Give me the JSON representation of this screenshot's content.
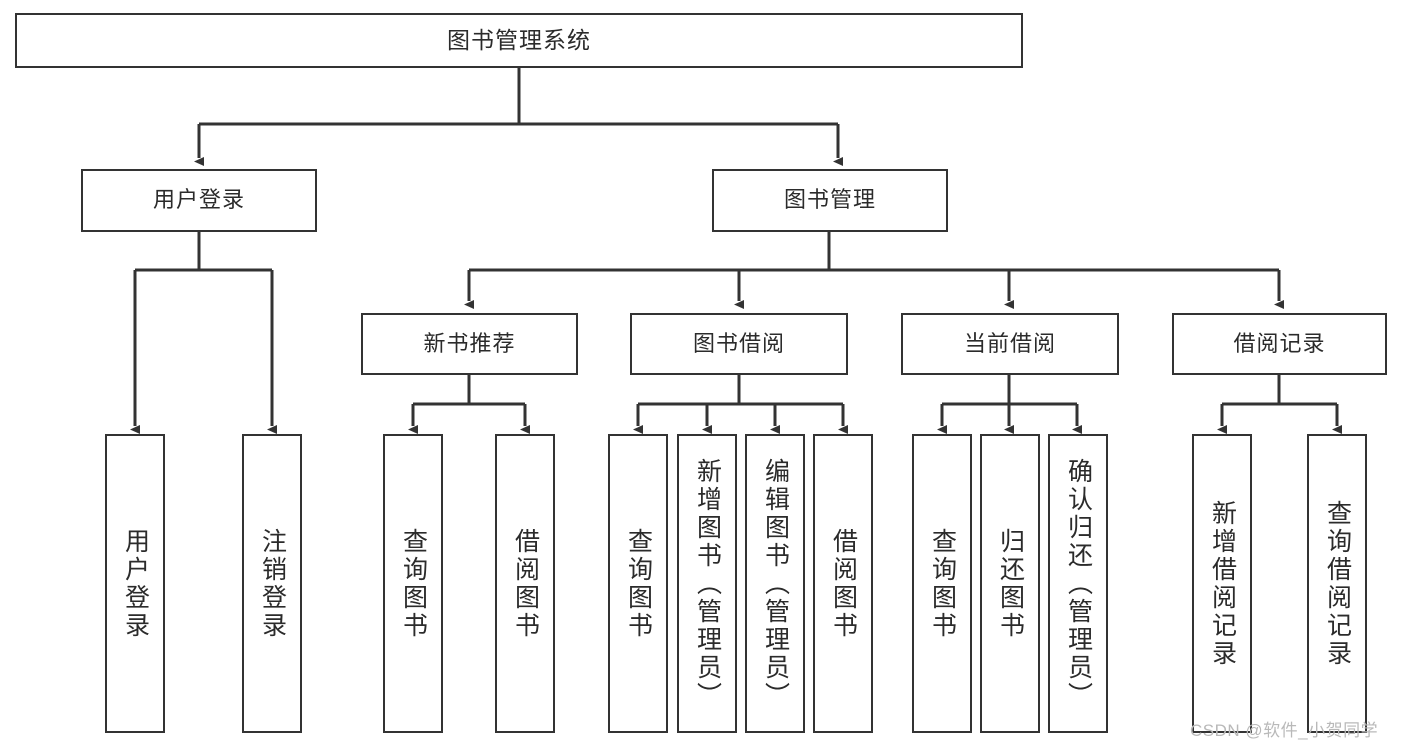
{
  "diagram": {
    "title_box": {
      "label": "图书管理系统"
    },
    "level2": [
      {
        "id": "user-login",
        "label": "用户登录"
      },
      {
        "id": "book-management",
        "label": "图书管理"
      }
    ],
    "level3": [
      {
        "id": "new-book-recommend",
        "label": "新书推荐"
      },
      {
        "id": "book-borrow",
        "label": "图书借阅"
      },
      {
        "id": "current-borrow",
        "label": "当前借阅"
      },
      {
        "id": "borrow-record",
        "label": "借阅记录"
      }
    ],
    "leaves": {
      "user_login": [
        {
          "id": "leaf-user-login",
          "label": "用户登录"
        },
        {
          "id": "leaf-logout-login",
          "label": "注销登录"
        }
      ],
      "new_book_recommend": [
        {
          "id": "leaf-query-book-1",
          "label": "查询图书"
        },
        {
          "id": "leaf-borrow-book-1",
          "label": "借阅图书"
        }
      ],
      "book_borrow": [
        {
          "id": "leaf-query-book-2",
          "label": "查询图书"
        },
        {
          "id": "leaf-add-book",
          "label": "新增图书（管理员）"
        },
        {
          "id": "leaf-edit-book",
          "label": "编辑图书（管理员）"
        },
        {
          "id": "leaf-borrow-book-2",
          "label": "借阅图书"
        }
      ],
      "current_borrow": [
        {
          "id": "leaf-query-book-3",
          "label": "查询图书"
        },
        {
          "id": "leaf-return-book",
          "label": "归还图书"
        },
        {
          "id": "leaf-confirm-return",
          "label": "确认归还（管理员）"
        }
      ],
      "borrow_record": [
        {
          "id": "leaf-add-record",
          "label": "新增借阅记录"
        },
        {
          "id": "leaf-query-record",
          "label": "查询借阅记录"
        }
      ]
    }
  },
  "watermark": {
    "text": "CSDN @软件_小贺同学"
  },
  "colors": {
    "stroke": "#333333",
    "text": "#2b2b2b",
    "background": "#ffffff",
    "watermark": "#b9b9b9"
  }
}
